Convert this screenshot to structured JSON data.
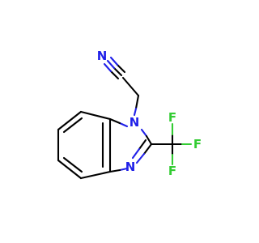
{
  "molecule": {
    "atoms": [
      {
        "id": "n_nitrile",
        "label": "N",
        "color": "#2020e8"
      },
      {
        "id": "n_ring1",
        "label": "N",
        "color": "#2020e8"
      },
      {
        "id": "n_ring3",
        "label": "N",
        "color": "#2020e8"
      },
      {
        "id": "f_top",
        "label": "F",
        "color": "#33cc33"
      },
      {
        "id": "f_right",
        "label": "F",
        "color": "#33cc33"
      },
      {
        "id": "f_bottom",
        "label": "F",
        "color": "#33cc33"
      }
    ]
  }
}
